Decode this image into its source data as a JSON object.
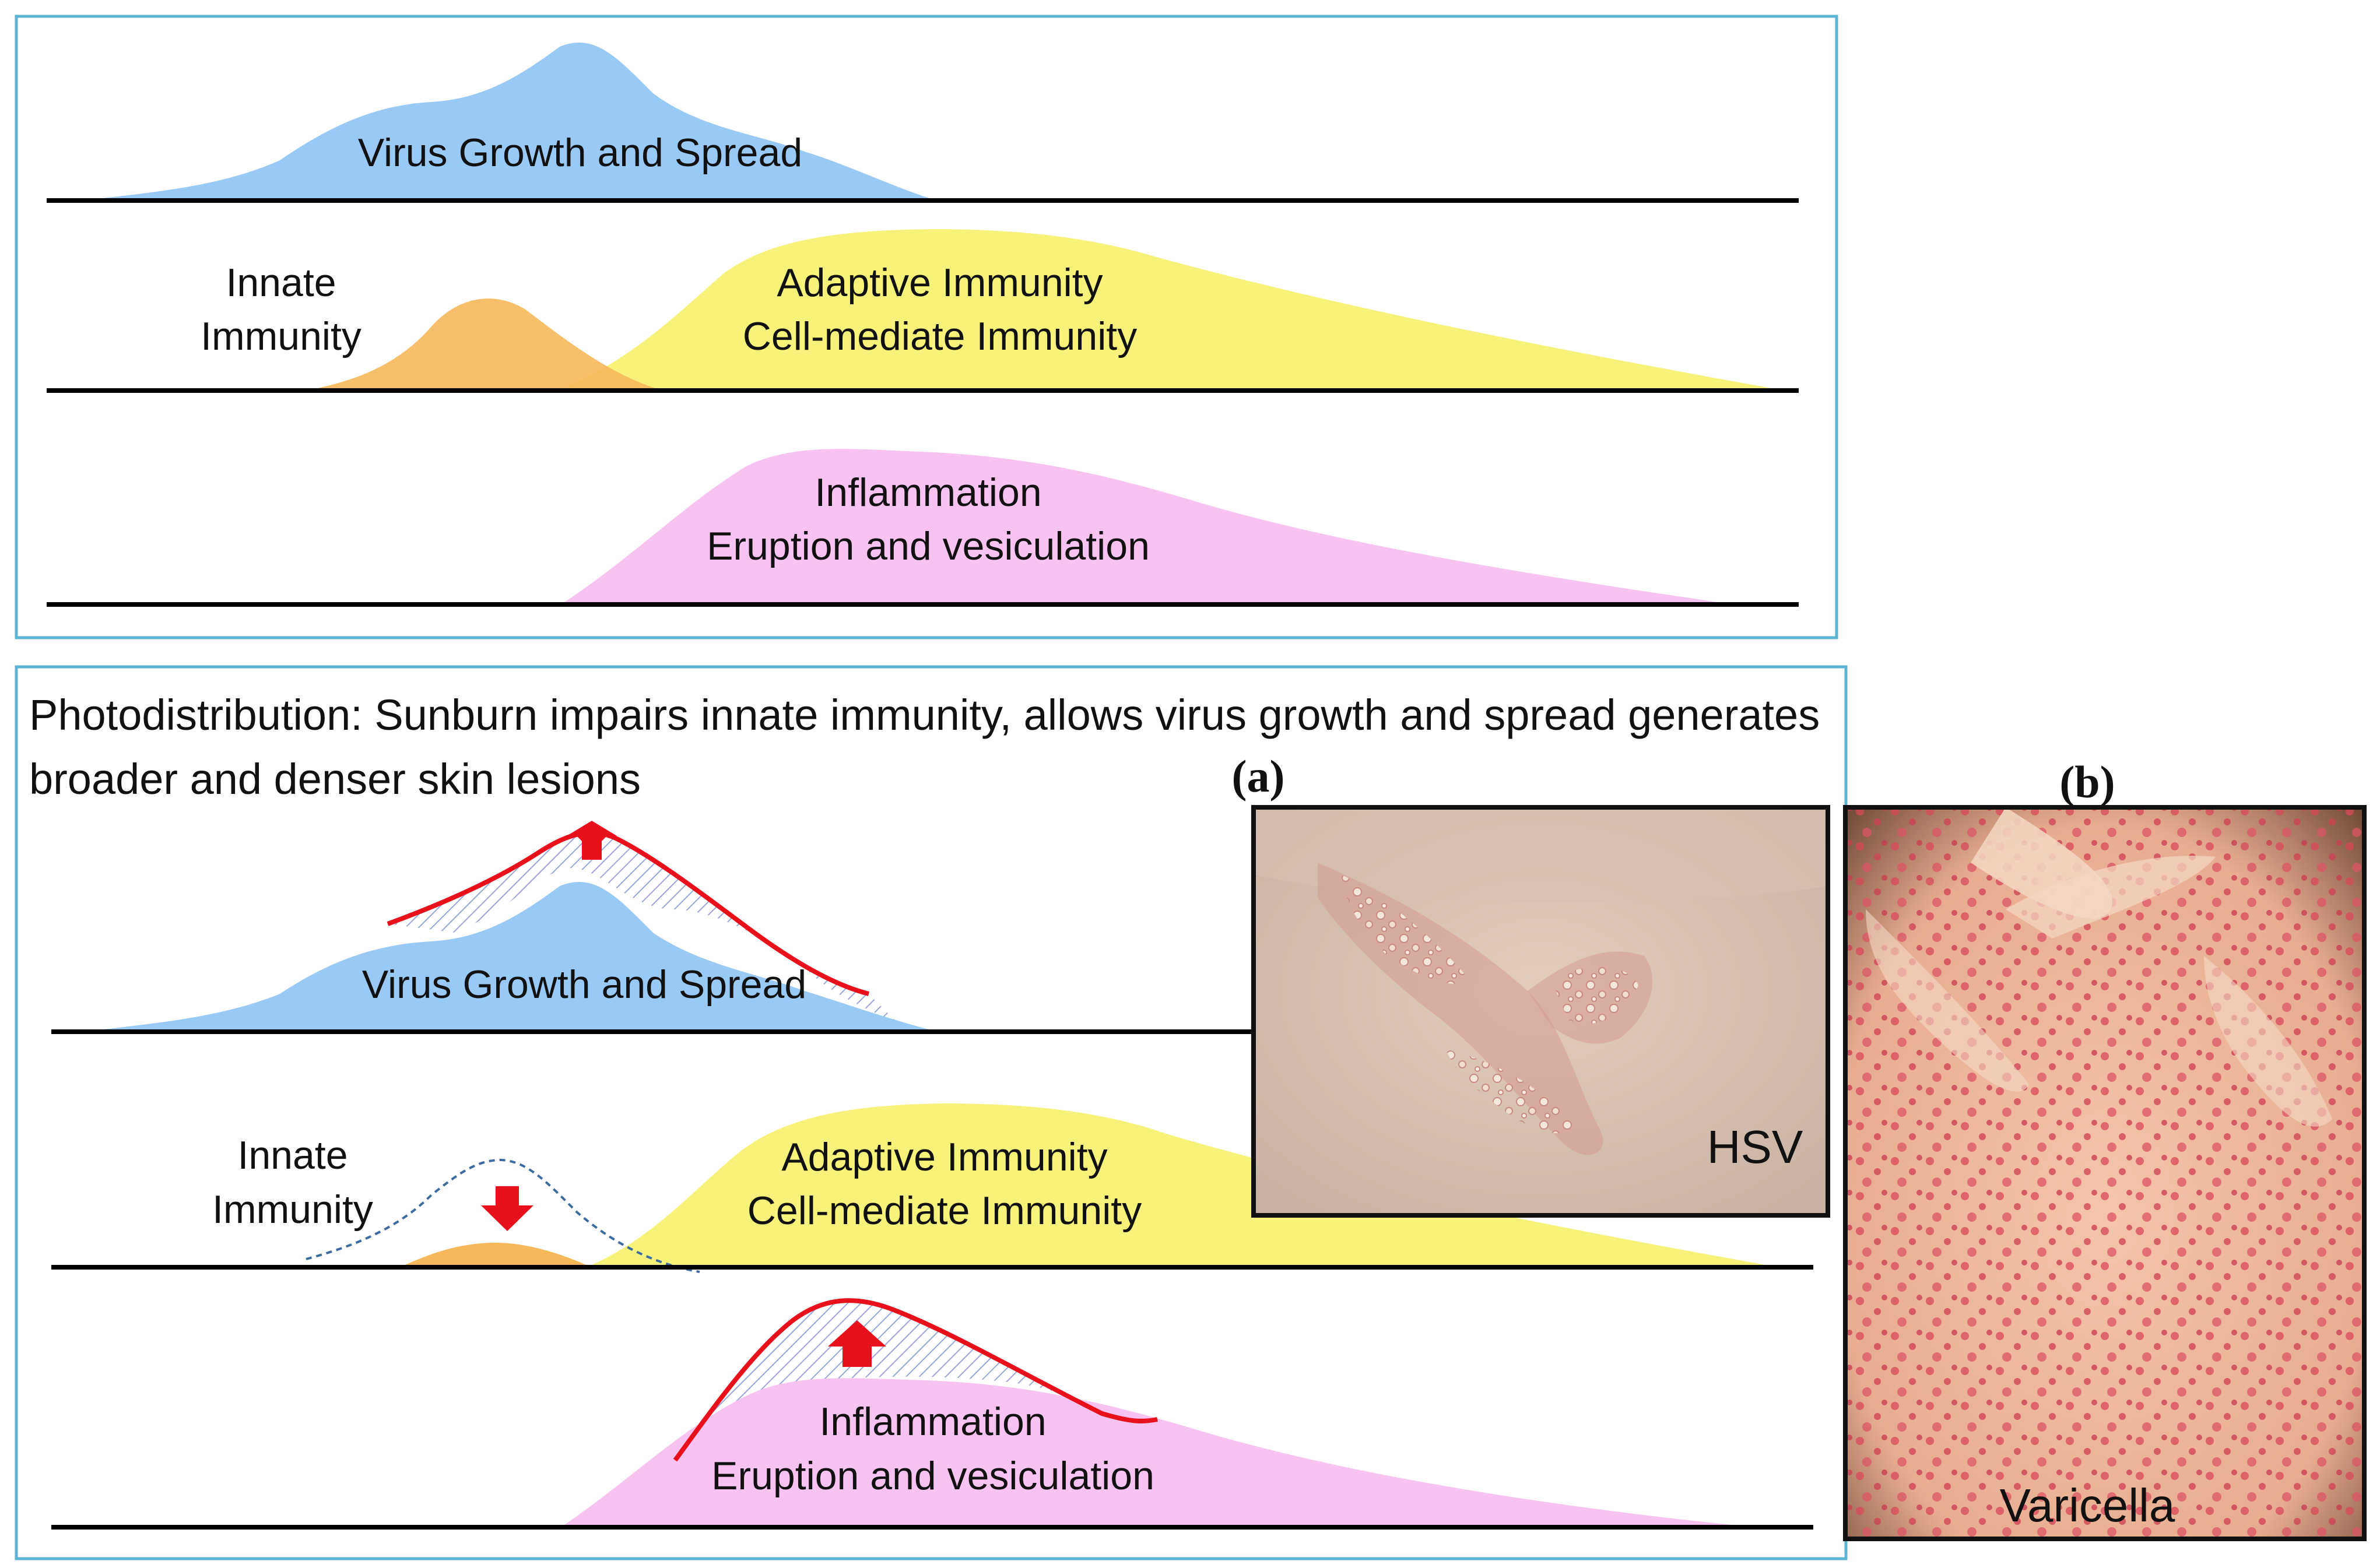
{
  "top_panel": {
    "virus": "Virus Growth and Spread",
    "innate_line1": "Innate",
    "innate_line2": "Immunity",
    "adaptive_line1": "Adaptive Immunity",
    "adaptive_line2": "Cell-mediate Immunity",
    "inflammation_line1": "Inflammation",
    "inflammation_line2": "Eruption and vesiculation"
  },
  "bottom_panel": {
    "heading_line1": "Photodistribution: Sunburn impairs innate immunity, allows virus growth and spread generates",
    "heading_line2": "broader and  denser skin lesions",
    "virus": "Virus Growth and Spread",
    "innate_line1": "Innate",
    "innate_line2": "Immunity",
    "adaptive_line1": "Adaptive Immunity",
    "adaptive_line2": "Cell-mediate Immunity",
    "inflammation_line1": "Inflammation",
    "inflammation_line2": "Eruption and vesiculation"
  },
  "photos": {
    "a_label": "(a)",
    "a_caption": "HSV",
    "b_label": "(b)",
    "b_caption": "Varicella"
  },
  "colors": {
    "virus": "#99c9f5",
    "innate": "#f7b85a",
    "adaptive": "#f7f37a",
    "inflammation": "#f8c3f0",
    "increase": "#e8101a",
    "frame": "#5ab4d6"
  }
}
